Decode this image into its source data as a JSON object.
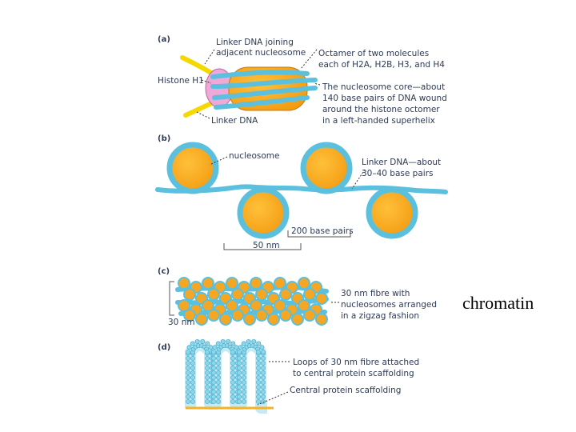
{
  "panel_a": {
    "letter": "(a)",
    "linker_joining": [
      "Linker DNA joining",
      "adjacent nucleosome"
    ],
    "octamer": [
      "Octamer of two molecules",
      "each of H2A, H2B, H3, and H4"
    ],
    "histone_h1": "Histone H1",
    "core": [
      "The nucleosome core—about",
      "140 base pairs of DNA wound",
      "around the histone octomer",
      "in a left-handed superhelix"
    ],
    "linker_dna": "Linker DNA"
  },
  "panel_b": {
    "letter": "(b)",
    "nucleosome": "nucleosome",
    "linker": [
      "Linker DNA—about",
      "30–40 base pairs"
    ],
    "bp200": "200 base pairs",
    "nm50": "50 nm"
  },
  "panel_c": {
    "letter": "(c)",
    "fibre": [
      "30 nm fibre with",
      "nucleosomes arranged",
      "in a zigzag fashion"
    ],
    "nm30": "30 nm"
  },
  "panel_d": {
    "letter": "(d)",
    "loops": [
      "Loops of 30 nm fibre attached",
      "to central protein scaffolding"
    ],
    "scaffold": "Central protein scaffolding"
  },
  "side_label": "chromatin",
  "colors": {
    "histone_orange": "#f5a623",
    "dna_blue": "#5bc0de",
    "h1_pink": "#f0a8d8",
    "linker_yellow": "#f5d800",
    "text_navy": "#2d3a55"
  }
}
